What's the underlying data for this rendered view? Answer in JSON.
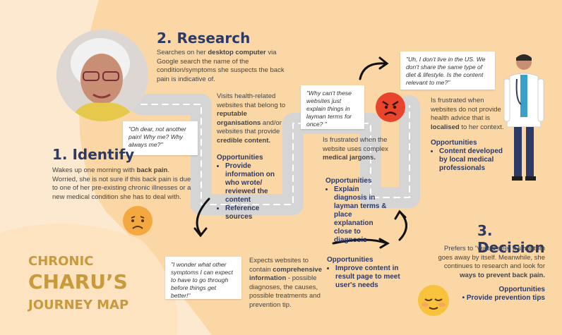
{
  "colors": {
    "peach": "#fcd7a6",
    "cream": "#fde9cf",
    "road": "#d8d8d8",
    "navy": "#2d3a66",
    "gold": "#c89a3c"
  },
  "map_title": {
    "line1": "CHRONIC",
    "line2": "CHARU’S",
    "line3": "JOURNEY MAP"
  },
  "stages": {
    "identify": {
      "heading": "1. Identify",
      "quote": "\"Oh dear, not another pain! Why me? Why always me?\"",
      "text_a": "Wakes up one morning with ",
      "text_b": "back pain",
      "text_c": ". Worried, she is not sure if this back pain is due to one of her pre-existing chronic illnesses or a new medical condition she has to deal with.",
      "emoji": "sad-face-icon"
    },
    "research": {
      "heading": "2. Research",
      "text_a": "Searches on her ",
      "text_b": "desktop computer",
      "text_c": " via Google search the name of the condition/symptoms she suspects the back pain is indicative of.",
      "col1_a": "Visits health-related websites that belong to ",
      "col1_b": "reputable organisations",
      "col1_c": " and/or websites that provide ",
      "col1_d": "credible content.",
      "col1_opp_title": "Opportunities",
      "col1_opp": [
        "Provide information on who wrote/ reviewed the content",
        "Reference sources"
      ],
      "quote_bottom": "\"I wonder what other symptoms I can expect to have to go through before things get better!\"",
      "bottom_a": "Expects websites to contain ",
      "bottom_b": "comprehensive information",
      "bottom_c": " - possible diagnoses, the causes, possible treatments and prevention tip.",
      "bottom_opp_title": "Opportunities",
      "bottom_opp": [
        "Improve content in result page to meet user's needs"
      ],
      "quote_mid": "\"Why can't these websites just explain things in layman terms for once? \"",
      "mid_a": "Is frustrated when the website uses complex ",
      "mid_b": "medical jargons.",
      "mid_opp_title": "Opportunities",
      "mid_opp": [
        "Explain diagnosis in layman terms & place explanation close to diagnosis"
      ],
      "quote_right": "\"Uh, I don't live in the US. We don't share the same type of diet & lifestyle. Is the content relevant to me?\"",
      "right_a": "Is frustrated when websites do not provide health advice that is ",
      "right_b": "localised",
      "right_c": " to her context.",
      "right_opp_title": "Opportunities",
      "right_opp": [
        "Content developed by local medical professionals"
      ],
      "emoji": "angry-face-icon"
    },
    "decision": {
      "heading": "3. Decision",
      "text_a": "Prefers to \"wait & see\" if symptom goes away by itself. Meanwhile, she continues to research and look for ",
      "text_b": "ways to prevent back pain.",
      "opp_title": "Opportunities",
      "opp": [
        "Provide prevention tips"
      ],
      "emoji": "relieved-face-icon"
    }
  }
}
